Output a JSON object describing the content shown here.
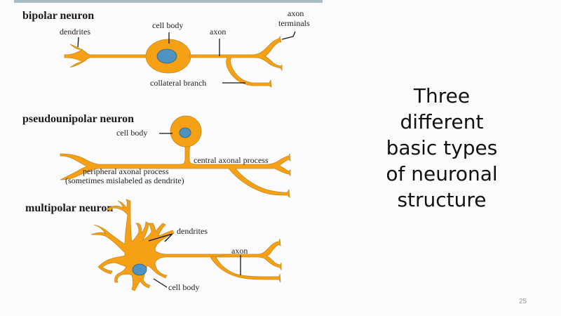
{
  "slide": {
    "side_title_lines": [
      "Three",
      "different",
      "basic types",
      "of neuronal",
      "structure"
    ],
    "slide_number": "25"
  },
  "colors": {
    "neuron_fill": "#f5a015",
    "neuron_outline": "#c88a1a",
    "nucleus_fill": "#4f93c3",
    "nucleus_outline": "#2b5f86",
    "text": "#222222"
  },
  "bipolar": {
    "heading": "bipolar neuron",
    "labels": {
      "dendrites": "dendrites",
      "cell_body": "cell body",
      "axon": "axon",
      "axon_terminals_1": "axon",
      "axon_terminals_2": "terminals",
      "collateral_branch": "collateral branch"
    }
  },
  "pseudounipolar": {
    "heading": "pseudounipolar neuron",
    "labels": {
      "cell_body": "cell body",
      "central_axonal_process": "central axonal process",
      "peripheral_axonal_process": "peripheral axonal process",
      "peripheral_note": "(sometimes mislabeled as dendrite)"
    }
  },
  "multipolar": {
    "heading": "multipolar neuron",
    "labels": {
      "dendrites": "dendrites",
      "axon": "axon",
      "cell_body": "cell body"
    }
  }
}
